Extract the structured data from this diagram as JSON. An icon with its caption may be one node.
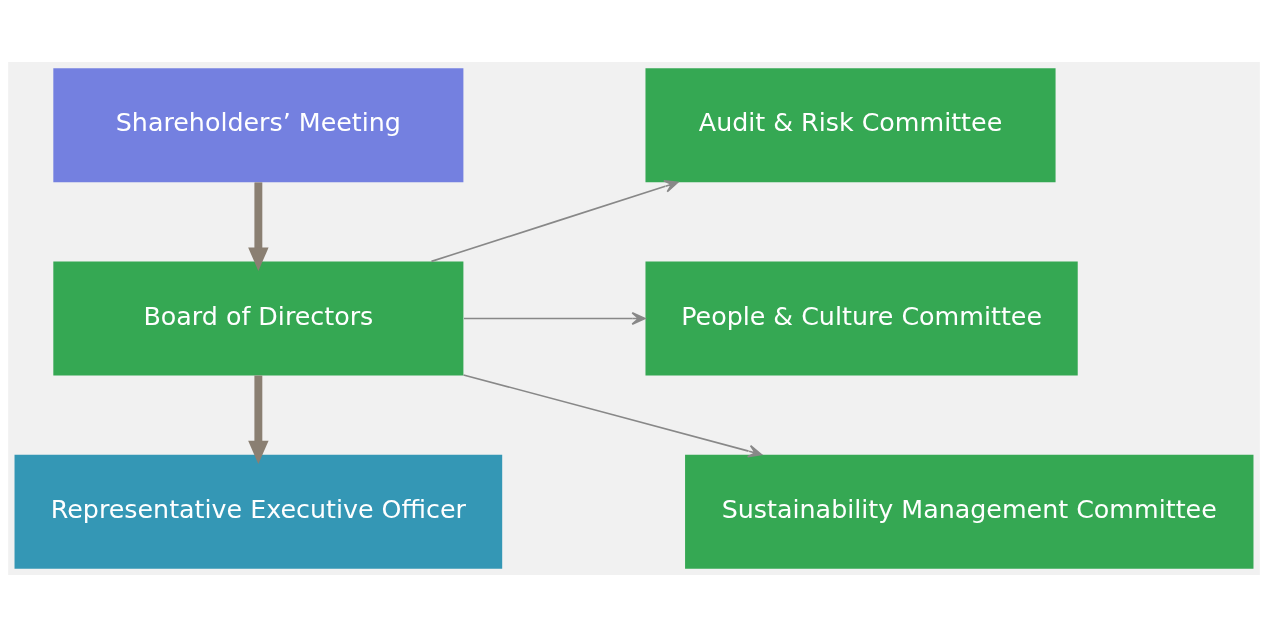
{
  "diagram": {
    "nodes": [
      {
        "text": [
          "Shareholders’ Meeting"
        ]
      },
      {
        "text": [
          "Board of Directors"
        ]
      },
      {
        "text": [
          "Representative Executive Officer"
        ]
      },
      {
        "text": [
          "Audit & Risk Committee"
        ]
      },
      {
        "text": [
          "People & Culture Committee"
        ]
      },
      {
        "text": [
          "Sustainability Management Committee"
        ]
      }
    ],
    "edges": [
      {
        "from": 0,
        "to": 1,
        "arrow": "to",
        "style": "thick",
        "color": "#8a7f72"
      },
      {
        "from": 1,
        "to": 2,
        "arrow": "to",
        "style": "thick",
        "color": "#8a7f72"
      },
      {
        "from": 1,
        "to": 3,
        "arrow": "to"
      },
      {
        "from": 1,
        "to": 4,
        "arrow": "to"
      },
      {
        "from": 1,
        "to": 5,
        "arrow": "to"
      }
    ]
  }
}
